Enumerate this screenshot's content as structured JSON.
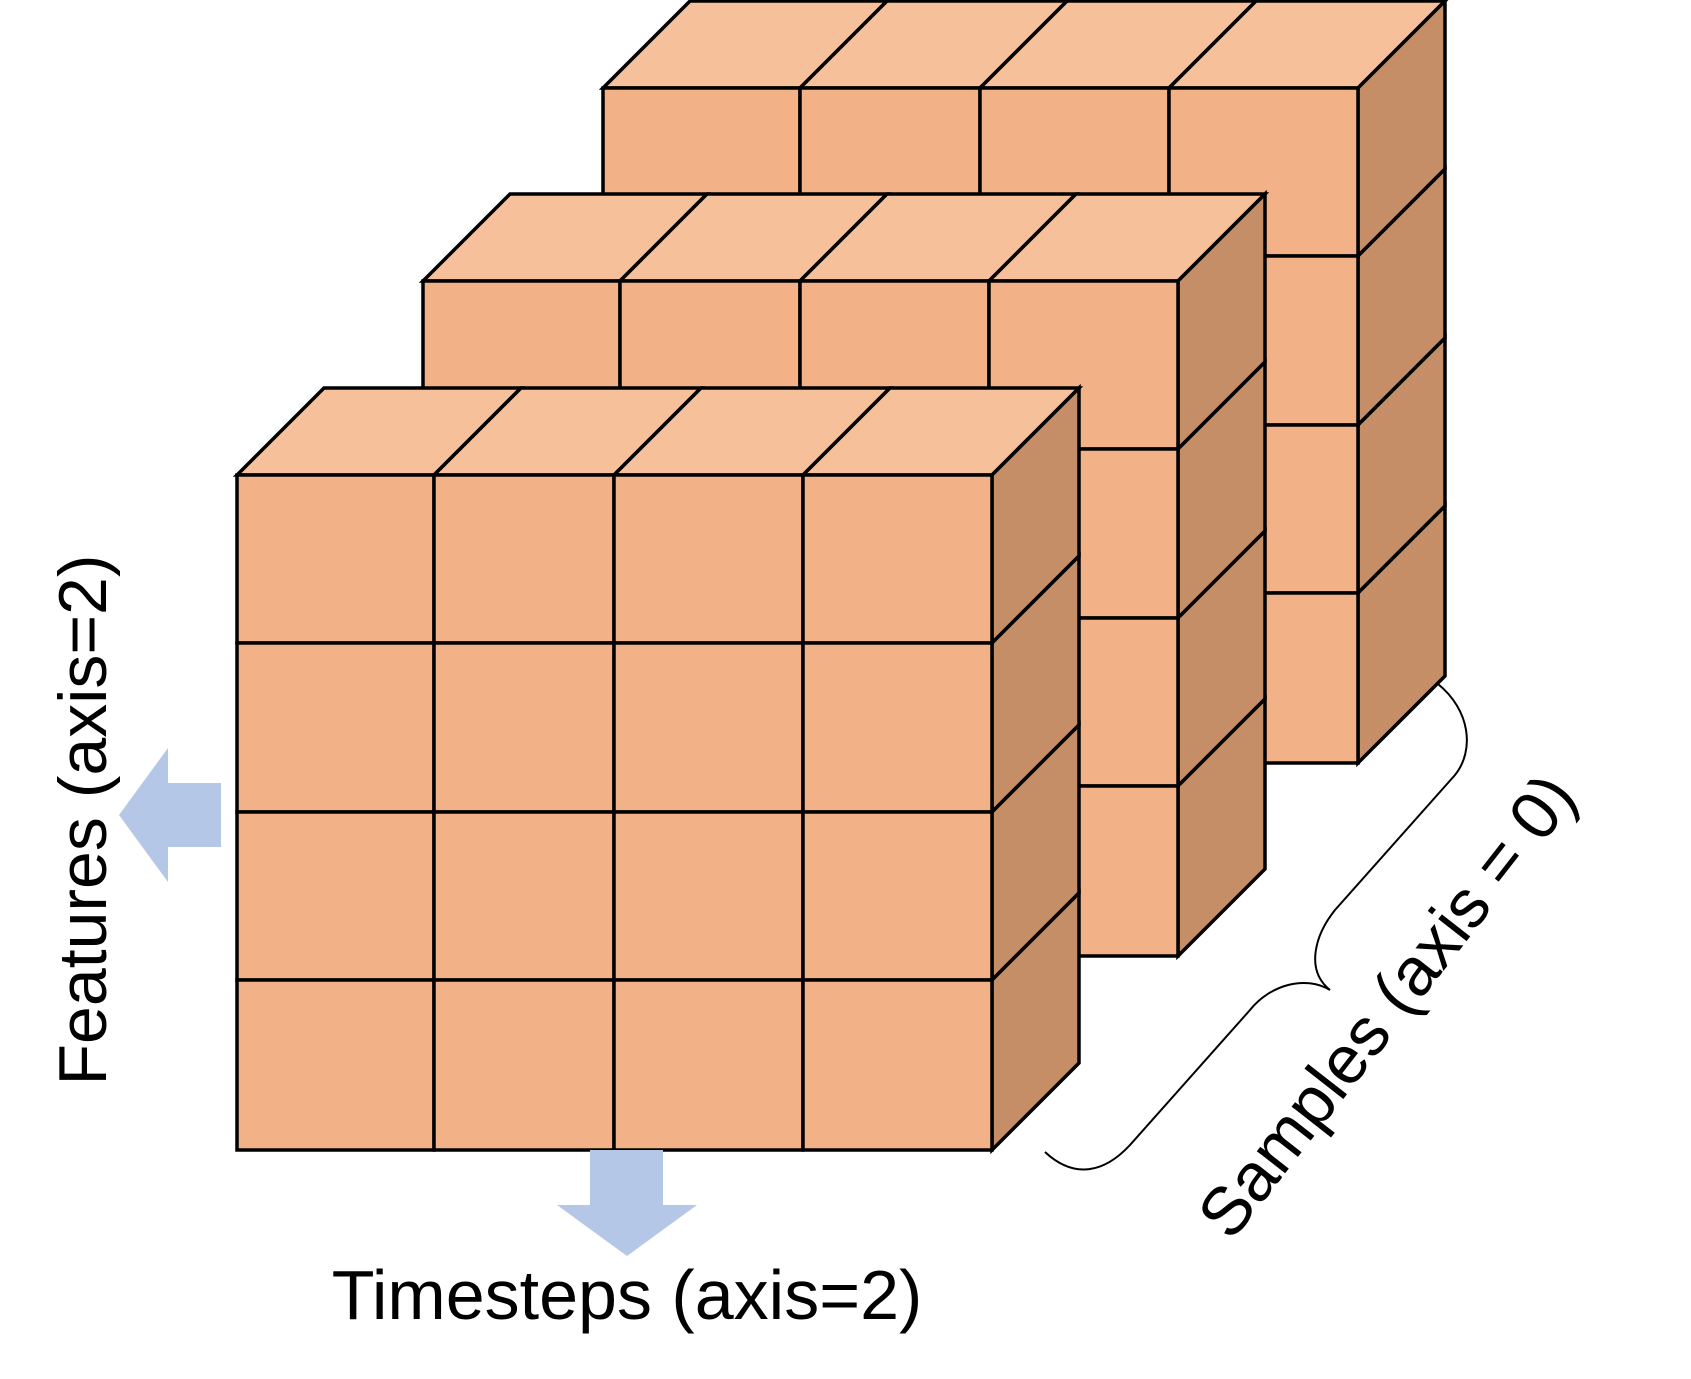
{
  "labels": {
    "features": "Features (axis=2)",
    "timesteps": "Timesteps (axis=2)",
    "samples": "Samples (axis = 0)"
  },
  "tensor": {
    "samples": 3,
    "rows": 4,
    "cols": 4
  },
  "colors": {
    "front": "#f3b188",
    "top": "#f6c09b",
    "side": "#c58e67",
    "stroke": "#000000",
    "arrow": "#b4c7e7",
    "background": "#ffffff"
  }
}
